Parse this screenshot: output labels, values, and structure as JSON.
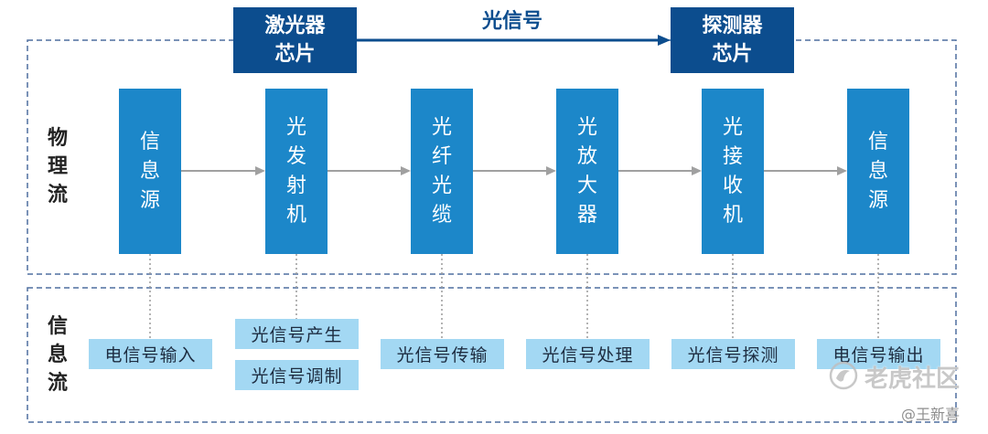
{
  "chips": {
    "laser": [
      "激光器",
      "芯片"
    ],
    "detector": [
      "探测器",
      "芯片"
    ],
    "signal_label": "光信号"
  },
  "sections": {
    "physical": "物理流",
    "information": "信息流"
  },
  "stages": [
    {
      "name": "信息源",
      "functions": [
        "电信号输入"
      ]
    },
    {
      "name": "光发射机",
      "functions": [
        "光信号产生",
        "光信号调制"
      ]
    },
    {
      "name": "光纤光缆",
      "functions": [
        "光信号传输"
      ]
    },
    {
      "name": "光放大器",
      "functions": [
        "光信号处理"
      ]
    },
    {
      "name": "光接收机",
      "functions": [
        "光信号探测"
      ]
    },
    {
      "name": "信息源",
      "functions": [
        "电信号输出"
      ]
    }
  ],
  "watermark": {
    "brand": "老虎社区",
    "author": "@王新喜"
  },
  "colors": {
    "chip": "#0c4d8e",
    "stage": "#1c87c9",
    "function_label": "#a3d8f3",
    "connector": "#a0a0a0",
    "dashed_border": "#4f6f9f"
  }
}
